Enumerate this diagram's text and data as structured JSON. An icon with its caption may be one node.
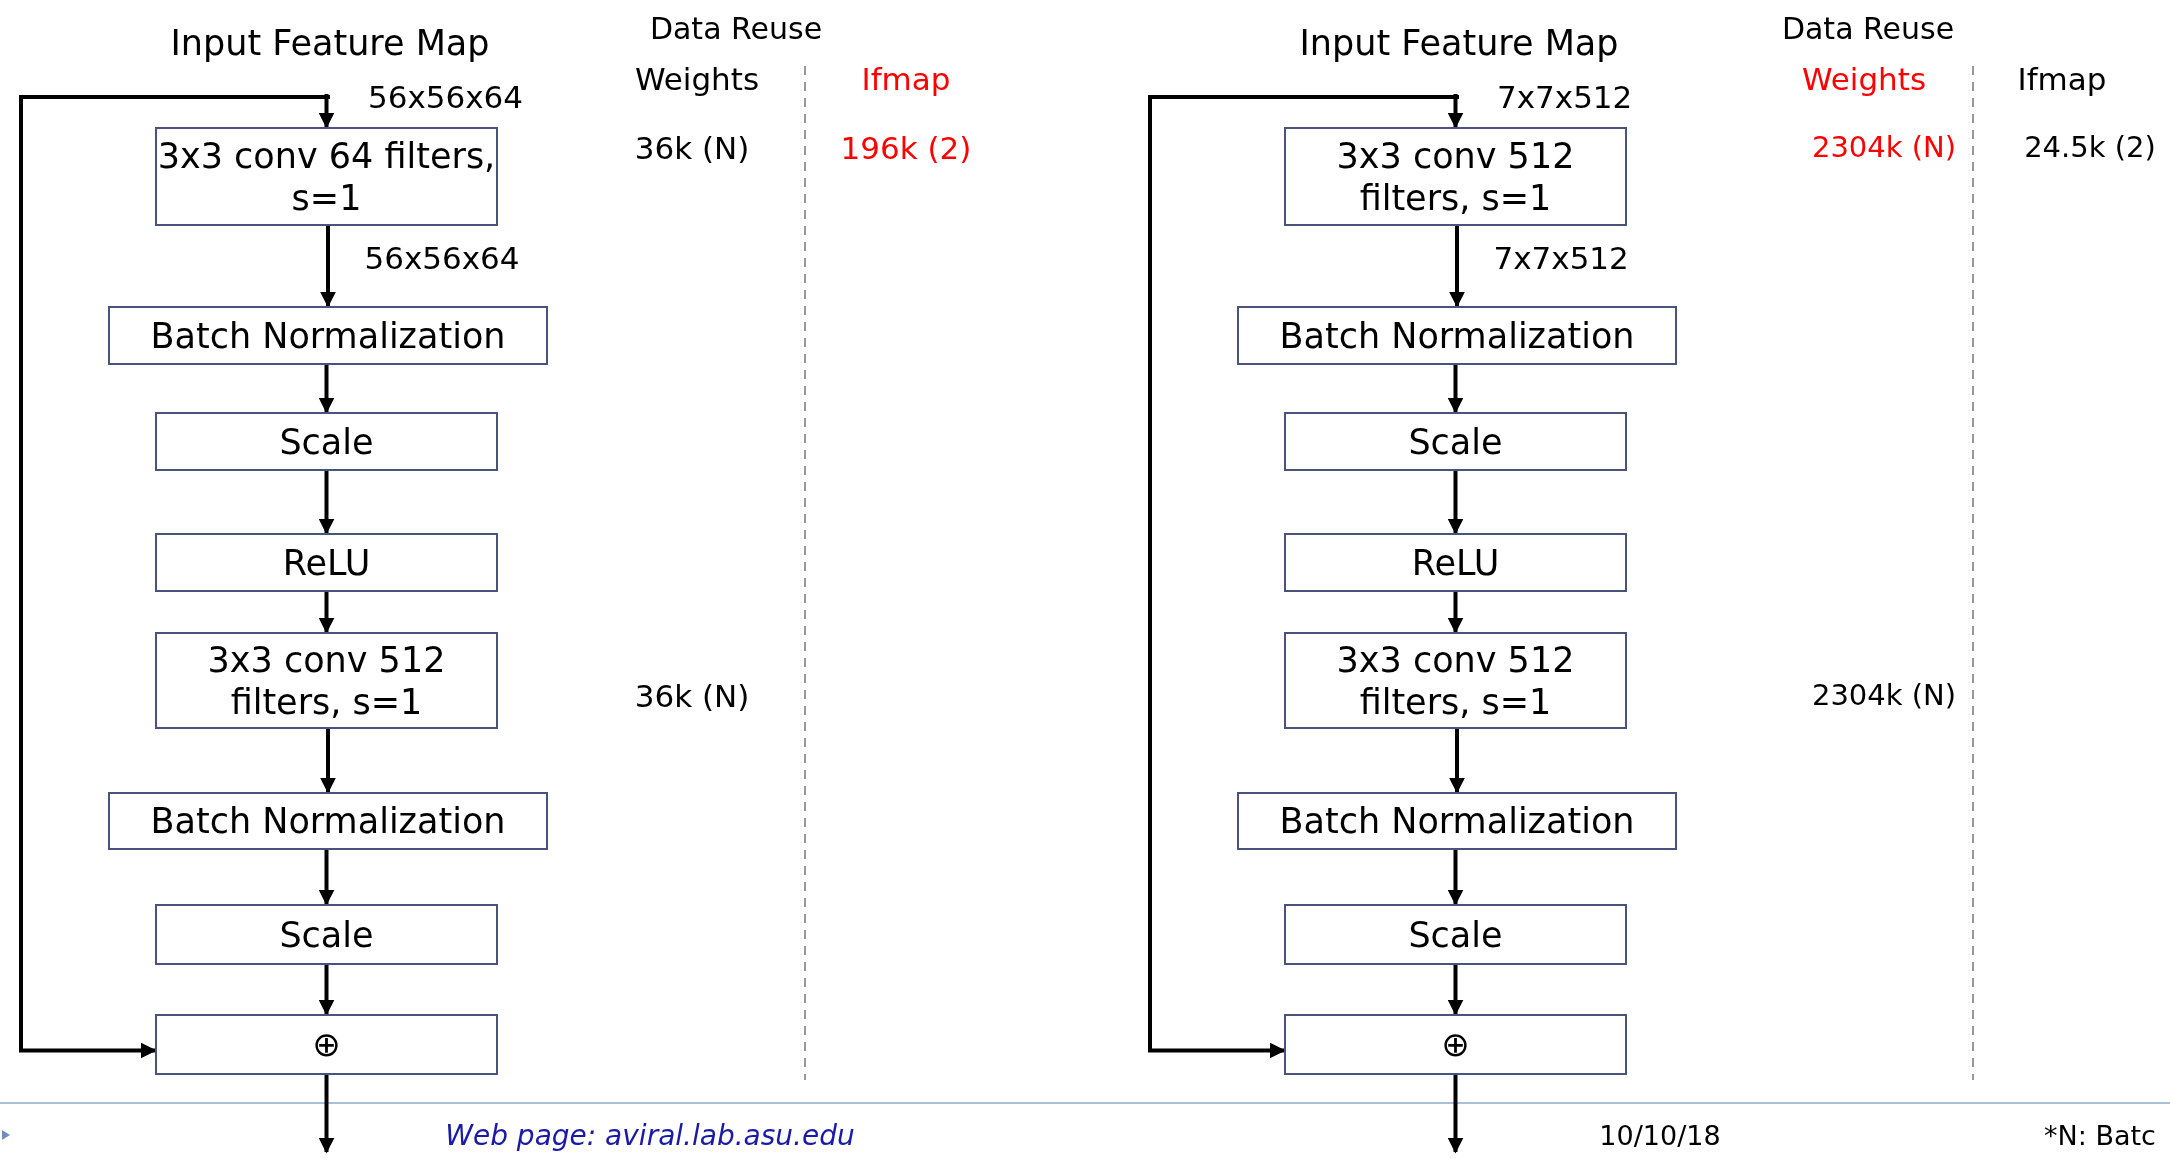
{
  "diagram": {
    "nodes": [
      {
        "text": [
          "Input Feature Map"
        ]
      },
      {
        "text": [
          "3x3 conv 64 filters, s=1"
        ]
      },
      {
        "text": [
          "Batch Normalization"
        ]
      },
      {
        "text": [
          "Scale"
        ]
      },
      {
        "text": [
          "ReLU"
        ]
      },
      {
        "text": [
          "3x3 conv 512 filters, s=1"
        ]
      },
      {
        "text": [
          "Batch Normalization"
        ]
      },
      {
        "text": [
          "Scale"
        ]
      },
      {
        "text": [
          "⊕"
        ]
      },
      {
        "text": [
          "Input Feature Map"
        ]
      },
      {
        "text": [
          "3x3 conv 512 filters, s=1"
        ]
      },
      {
        "text": [
          "Batch Normalization"
        ]
      },
      {
        "text": [
          "Scale"
        ]
      },
      {
        "text": [
          "ReLU"
        ]
      },
      {
        "text": [
          "3x3 conv 512 filters, s=1"
        ]
      },
      {
        "text": [
          "Batch Normalization"
        ]
      },
      {
        "text": [
          "Scale"
        ]
      },
      {
        "text": [
          "⊕"
        ]
      }
    ],
    "edges": [
      {
        "from": 0,
        "to": 1,
        "arrow": "to",
        "label": "56x56x64"
      },
      {
        "from": 1,
        "to": 2,
        "arrow": "to",
        "label": "56x56x64"
      },
      {
        "from": 2,
        "to": 3,
        "arrow": "to"
      },
      {
        "from": 3,
        "to": 4,
        "arrow": "to"
      },
      {
        "from": 4,
        "to": 5,
        "arrow": "to"
      },
      {
        "from": 5,
        "to": 6,
        "arrow": "to"
      },
      {
        "from": 6,
        "to": 7,
        "arrow": "to"
      },
      {
        "from": 7,
        "to": 8,
        "arrow": "to"
      },
      {
        "from": 8,
        "to": null,
        "arrow": "to"
      },
      {
        "from": 0,
        "to": 8,
        "arrow": "to"
      },
      {
        "from": 9,
        "to": 10,
        "arrow": "to",
        "label": "7x7x512"
      },
      {
        "from": 10,
        "to": 11,
        "arrow": "to",
        "label": "7x7x512"
      },
      {
        "from": 11,
        "to": 12,
        "arrow": "to"
      },
      {
        "from": 12,
        "to": 13,
        "arrow": "to"
      },
      {
        "from": 13,
        "to": 14,
        "arrow": "to"
      },
      {
        "from": 14,
        "to": 15,
        "arrow": "to"
      },
      {
        "from": 15,
        "to": 16,
        "arrow": "to"
      },
      {
        "from": 16,
        "to": 17,
        "arrow": "to"
      },
      {
        "from": 17,
        "to": null,
        "arrow": "to"
      },
      {
        "from": 9,
        "to": 17,
        "arrow": "to"
      }
    ],
    "labels": [
      "Data Reuse",
      "Weights",
      "Ifmap",
      "36k (N)",
      "196k (2)",
      "36k (N)",
      "Data Reuse",
      "Weights",
      "Ifmap",
      "2304k (N)",
      "24.5k (2)",
      "2304k (N)",
      "Web page:  aviral.lab.asu.edu",
      "10/10/18",
      "*N: Batc"
    ]
  }
}
